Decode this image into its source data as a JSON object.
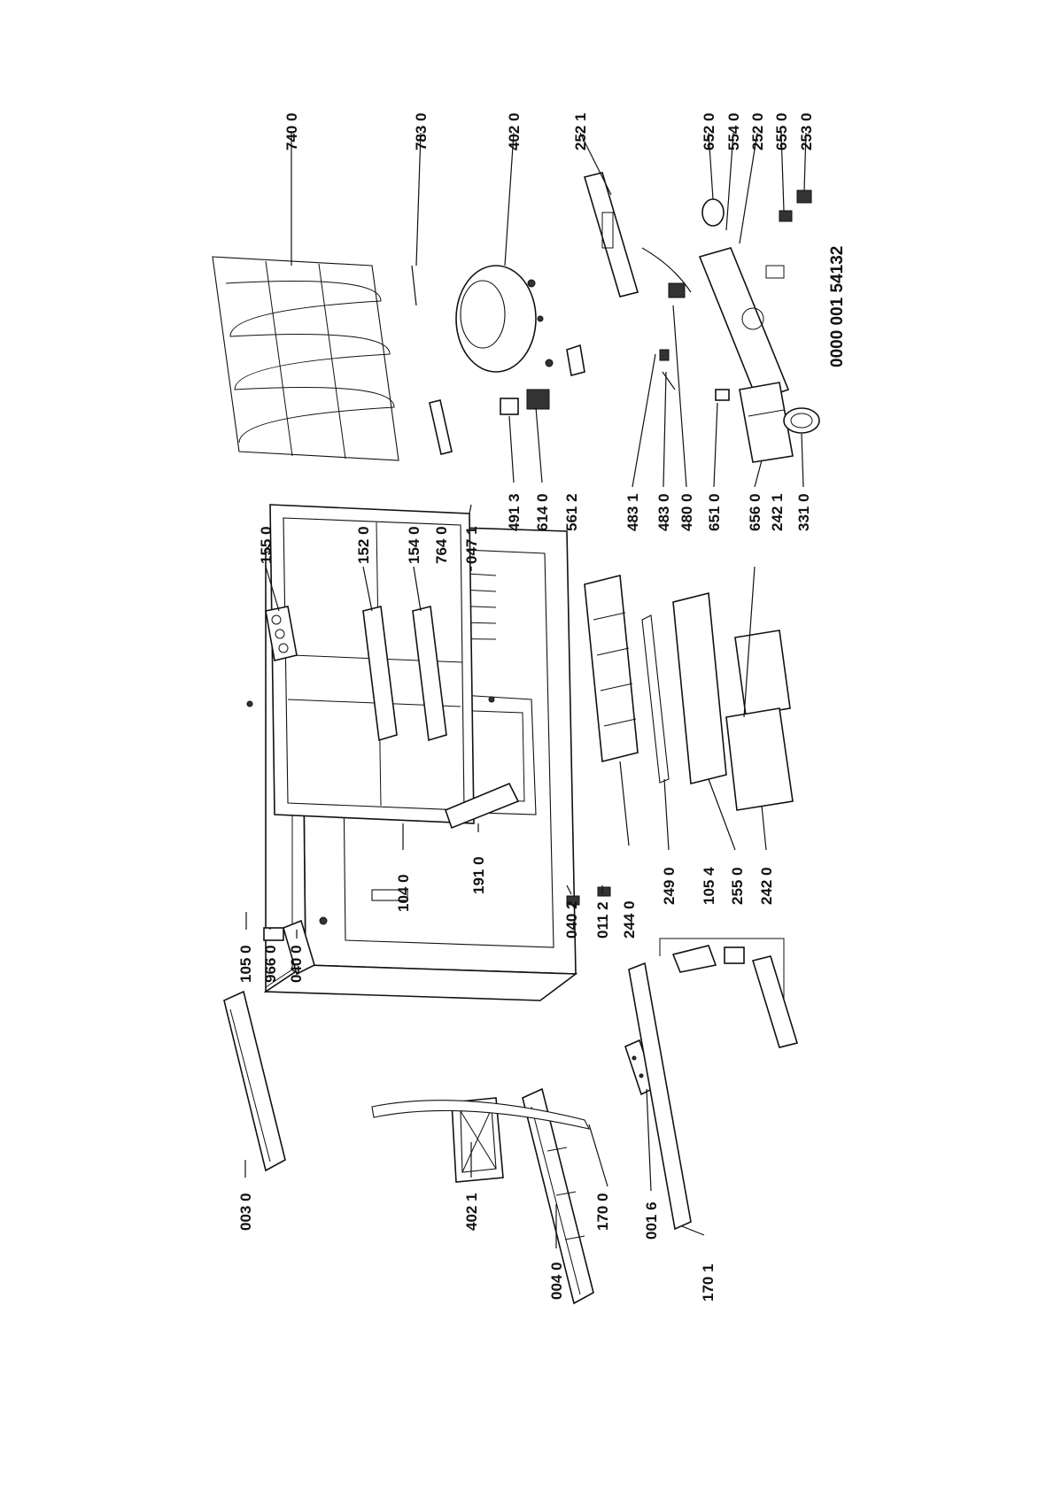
{
  "labels": {
    "p0030": "003 0",
    "p4021": "402 1",
    "p0040": "004 0",
    "p1700": "170 0",
    "p0016": "001 6",
    "p1701": "170 1",
    "p1050": "105 0",
    "p9660": "966 0",
    "p0400": "040 0",
    "p1040": "104 0",
    "p1910": "191 0",
    "p0402": "040 2",
    "p0112": "011 2",
    "p2440": "244 0",
    "p2490": "249 0",
    "p1054": "105 4",
    "p2550": "255 0",
    "p2420": "242 0",
    "p1550": "155 0",
    "p1520": "152 0",
    "p1540": "154 0",
    "p7640": "764 0",
    "p0471": "047 1",
    "p4913": "491 3",
    "p6140": "614 0",
    "p5612": "561 2",
    "p4831": "483 1",
    "p4830": "483 0",
    "p4800": "480 0",
    "p6510": "651 0",
    "p6560": "656 0",
    "p2421": "242 1",
    "p3310": "331 0",
    "p7400": "740 0",
    "p7830": "783 0",
    "p4020": "402 0",
    "p2521": "252 1",
    "p6520": "652 0",
    "p5540": "554 0",
    "p2520": "252 0",
    "p6550": "655 0",
    "p2530": "253 0"
  },
  "reference": "0000 001 54132"
}
